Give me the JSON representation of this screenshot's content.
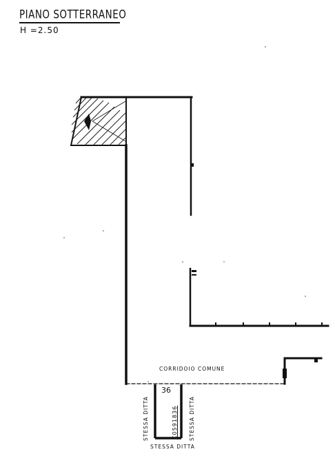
{
  "header": {
    "title": "PIANO SOTTERRANEO",
    "height_label": "H =2.50"
  },
  "labels": {
    "corridor": "CORRIDOIO COMUNE",
    "unit_number": "36",
    "cadastral_code": "C0591836",
    "stessa_ditta_left": "STESSA DITTA",
    "stessa_ditta_right": "STESSA DITTA",
    "stessa_ditta_bottom": "STESSA DITTA"
  }
}
